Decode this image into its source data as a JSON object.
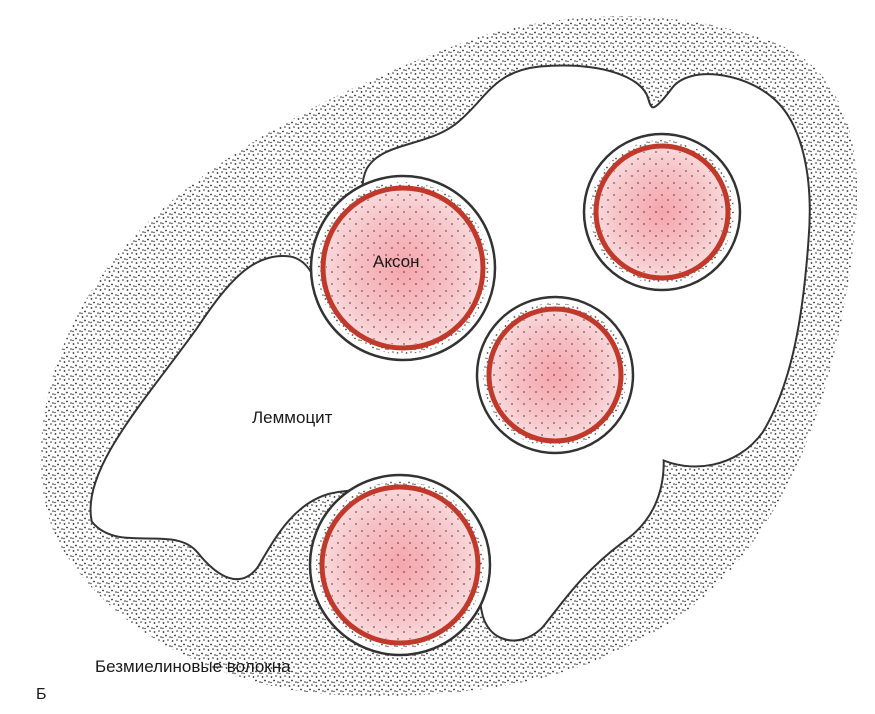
{
  "labels": {
    "axon": "Аксон",
    "lemmocyte": "Леммоцит",
    "fibers": "Безмиелиновые волокна",
    "panel": "Б"
  },
  "colors": {
    "stipple": "#2a2a2a",
    "axon_ring": "#c0392b",
    "axon_fill": "#f7c9cc",
    "axon_fill_dense": "#f29aa1",
    "membrane": "#333333",
    "background": "#ffffff"
  }
}
